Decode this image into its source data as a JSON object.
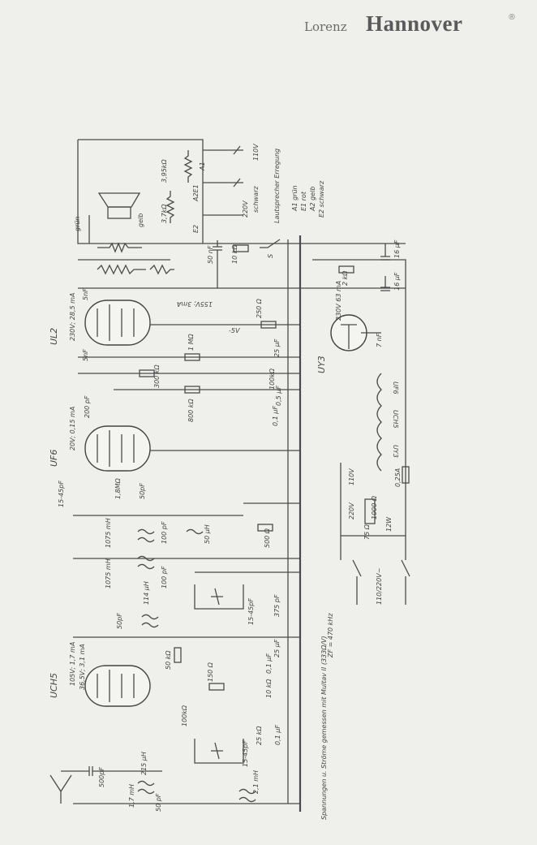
{
  "header": {
    "brand": "Lorenz",
    "model": "Hannover"
  },
  "tubes": [
    {
      "name": "UL2",
      "spec": "230V; 28,5 mA"
    },
    {
      "name": "UF6",
      "spec": "20V; 0,15 mA"
    },
    {
      "name": "UCH5",
      "spec_a": "105V; 1,7 mA",
      "spec_b": "36,5V; 3,1 mA"
    },
    {
      "name": "UY3",
      "spec": "230V 63 mA"
    }
  ],
  "component_labels": {
    "r_395k": "3,95kΩ",
    "r_37k": "3,7kΩ",
    "v110": "110V",
    "v220": "220V",
    "a1": "A1",
    "a2e1": "A2E1",
    "e2": "E2",
    "schwarz": "schwarz",
    "gruen": "grün",
    "gelb": "gelb",
    "c50nf": "50 nF",
    "r10k": "10 kΩ",
    "sw_s": "S",
    "c16_1": "16 μF",
    "c16_2": "16 μF",
    "r2k": "2 kΩ",
    "c5nf_1": "5nF",
    "c5nf_2": "5nF",
    "v155": "155V; 3mA",
    "r250": "250 Ω",
    "c25_1": "25 μF",
    "v5": "-5V",
    "r1m": "1 MΩ",
    "r300k": "300 kΩ",
    "r800k": "800 kΩ",
    "r100k": "100kΩ",
    "c05": "0,5 μF",
    "c01_1": "0,1 μF",
    "c200pf": "200 pF",
    "c7nf": "7 nF",
    "c1545_1": "15-45pF",
    "r18m": "1,8MΩ",
    "c50pf_1": "50pF",
    "l1075_1": "1075 mH",
    "l1075_2": "1075 mH",
    "c100pf_1": "100 pF",
    "c100pf_2": "100 pF",
    "l50": "50 μH",
    "r500": "500 Ω",
    "c1545_2": "15-45pF",
    "c375": "375 pF",
    "l114": "114 μH",
    "c50pf_2": "50pF",
    "r50k": "50 kΩ",
    "r150": "150 Ω",
    "c25_2": "25 μF",
    "c01_2": "0,1 μF",
    "r10k_b": "10 kΩ",
    "r100k_b": "100kΩ",
    "c1545_3": "15-45pF",
    "r25k": "25 kΩ",
    "c01_3": "0,1 μF",
    "l215": "215 μH",
    "c500pf": "500pF",
    "l21": "2,1 mH",
    "l17": "1,7 mH",
    "c50pf_3": "50 pF",
    "fuse": "0,25A",
    "r1000": "1000 Ω",
    "w12": "12W",
    "r75": "75 Ω",
    "v220b": "220V",
    "v110b": "110V",
    "mains": "110/220V~",
    "zf": "ZF = 470 kHz"
  },
  "speaker_taps": {
    "title": "Lautsprecher Erregung",
    "lines": [
      "A1 grün",
      "E1 rot",
      "A2 gelb",
      "E2 schwarz"
    ]
  },
  "heater_chain": [
    "UF6",
    "UCH5",
    "UY3"
  ],
  "note": "Spannungen u. Ströme gemessen mit Multav II (333Ω/V)"
}
